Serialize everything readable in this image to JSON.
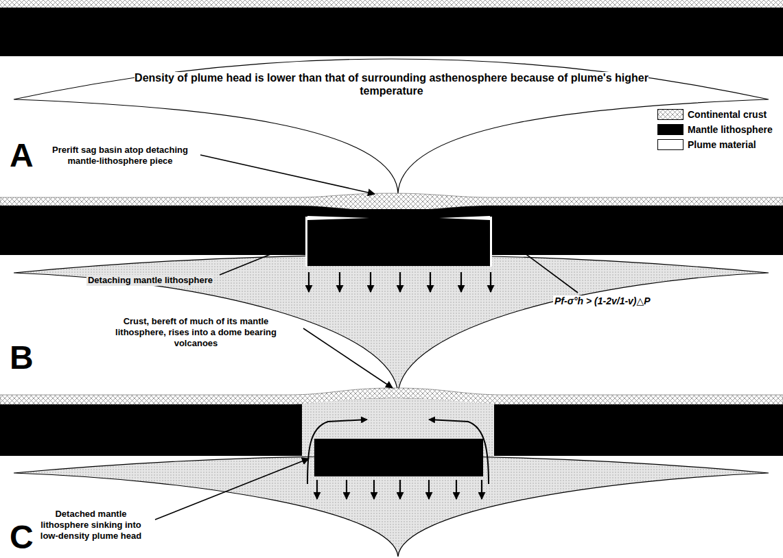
{
  "diagram": {
    "nodes": [
      {
        "text": [
          "Density of plume head is lower than that of surrounding asthenosphere because of plume's higher temperature"
        ]
      }
    ],
    "labels": [
      "A",
      "Prerift sag basin atop detaching mantle-lithosphere piece",
      "Detaching mantle lithosphere",
      "Pf-σ°h > (1-2v/1-v)△P",
      "B",
      "Crust, bereft of much of its mantle lithosphere, rises into a dome bearing volcanoes",
      "C",
      "Detached mantle lithosphere sinking into low-density plume head"
    ],
    "legend": [
      {
        "text": "Continental crust"
      },
      {
        "text": "Mantle lithosphere",
        "color": "#000000"
      },
      {
        "text": "Plume material",
        "color": "#ffffff"
      }
    ]
  }
}
